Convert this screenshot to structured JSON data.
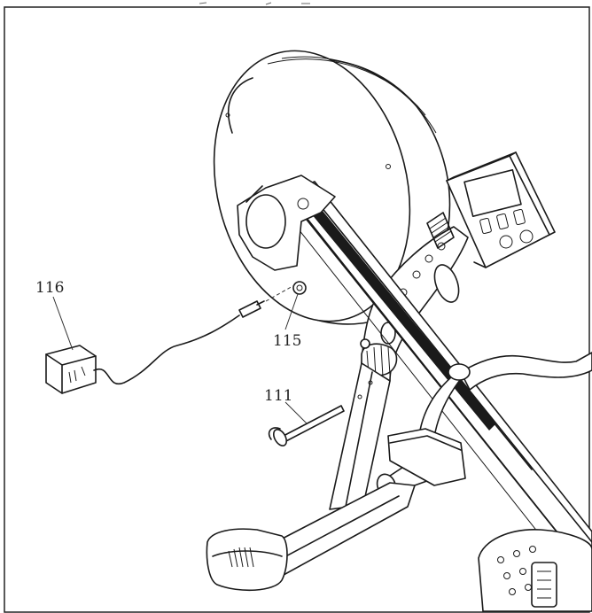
{
  "labels": {
    "adapter": "116",
    "socket": "115",
    "pin": "111"
  }
}
